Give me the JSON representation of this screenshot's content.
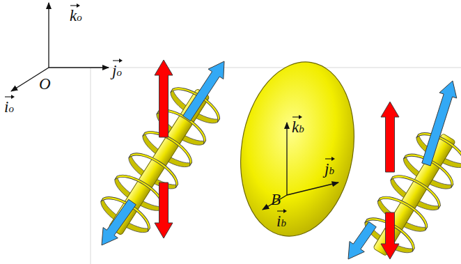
{
  "diagram": {
    "labels": [
      "ko",
      "O",
      "jo",
      "io",
      "kb",
      "jb",
      "B",
      "ib"
    ]
  }
}
